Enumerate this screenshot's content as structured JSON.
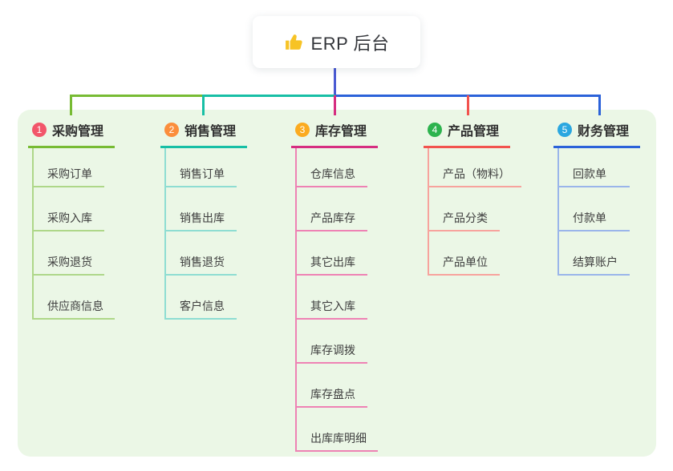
{
  "root": {
    "icon": "thumbs-up",
    "title": "ERP 后台",
    "trunk_color": "#4b5bd3"
  },
  "canvas": {
    "panel_color": "#ebf7e6",
    "page_bg": "#ffffff"
  },
  "branches": [
    {
      "badge": "1",
      "badge_color": "#f2566a",
      "line_color": "#77bb33",
      "child_line_color": "#aed789",
      "title": "采购管理",
      "children": [
        "采购订单",
        "采购入库",
        "采购退货",
        "供应商信息"
      ]
    },
    {
      "badge": "2",
      "badge_color": "#fb8e3c",
      "line_color": "#17bfa5",
      "child_line_color": "#8eddd2",
      "title": "销售管理",
      "children": [
        "销售订单",
        "销售出库",
        "销售退货",
        "客户信息"
      ]
    },
    {
      "badge": "3",
      "badge_color": "#fbab1f",
      "line_color": "#d62e81",
      "child_line_color": "#ee82b4",
      "title": "库存管理",
      "children": [
        "仓库信息",
        "产品库存",
        "其它出库",
        "其它入库",
        "库存调拨",
        "库存盘点",
        "出库库明细"
      ]
    },
    {
      "badge": "4",
      "badge_color": "#2db34e",
      "line_color": "#f2534e",
      "child_line_color": "#f7a39d",
      "title": "产品管理",
      "children": [
        "产品（物料）",
        "产品分类",
        "产品单位"
      ]
    },
    {
      "badge": "5",
      "badge_color": "#2aa7e0",
      "line_color": "#2b62d9",
      "child_line_color": "#9ab5ea",
      "title": "财务管理",
      "children": [
        "回款单",
        "付款单",
        "结算账户"
      ]
    }
  ]
}
